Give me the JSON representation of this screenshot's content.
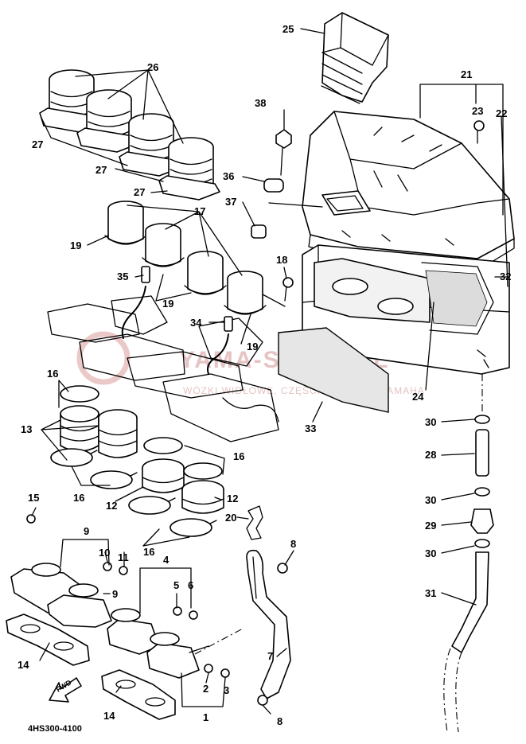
{
  "diagram": {
    "code": "4HS300-4100",
    "fwd_label": "FWD",
    "watermark": {
      "name": "YAMA-SKLEP.PL",
      "tagline": "WÓZKI WIDŁOWE, CZĘŚCI UŻYWANE YAMAHA"
    },
    "callouts": [
      "1",
      "2",
      "3",
      "4",
      "5",
      "6",
      "7",
      "8",
      "8",
      "9",
      "9",
      "10",
      "11",
      "12",
      "12",
      "13",
      "14",
      "14",
      "15",
      "16",
      "16",
      "16",
      "16",
      "17",
      "18",
      "19",
      "19",
      "19",
      "20",
      "21",
      "22",
      "23",
      "24",
      "25",
      "26",
      "27",
      "27",
      "27",
      "28",
      "29",
      "30",
      "30",
      "30",
      "31",
      "32",
      "33",
      "34",
      "35",
      "36",
      "37",
      "38"
    ]
  }
}
